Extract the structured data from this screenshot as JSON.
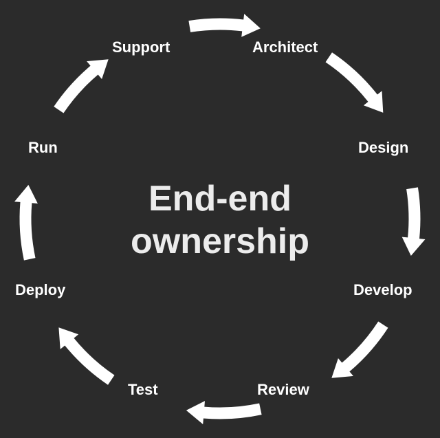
{
  "diagram": {
    "colors": {
      "background": "#2b2b2b",
      "arrow": "#ffffff",
      "label": "#ffffff",
      "center_text": "#ececec"
    },
    "center": {
      "line1": "End-end",
      "line2": "ownership"
    },
    "stages": [
      {
        "id": "support",
        "label": "Support"
      },
      {
        "id": "architect",
        "label": "Architect"
      },
      {
        "id": "design",
        "label": "Design"
      },
      {
        "id": "develop",
        "label": "Develop"
      },
      {
        "id": "review",
        "label": "Review"
      },
      {
        "id": "test",
        "label": "Test"
      },
      {
        "id": "deploy",
        "label": "Deploy"
      },
      {
        "id": "run",
        "label": "Run"
      }
    ],
    "flow": "clockwise",
    "arrow_count": 8
  }
}
